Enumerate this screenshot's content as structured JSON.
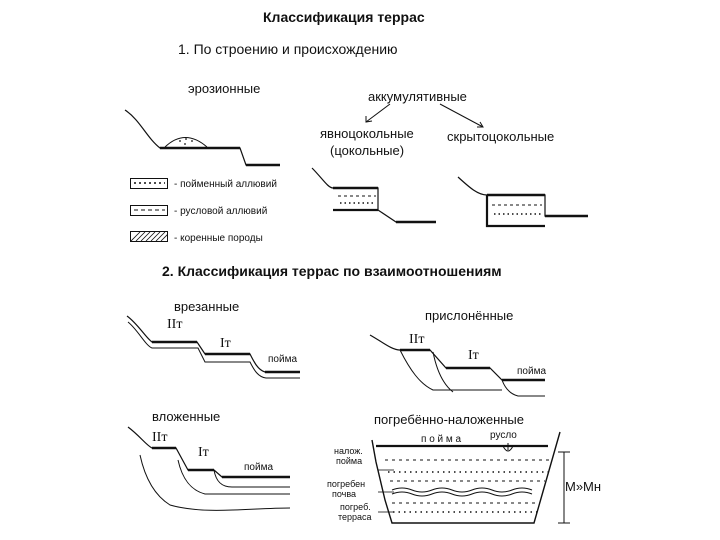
{
  "title": "Классификация террас",
  "section1": {
    "heading": "1. По строению и происхождению",
    "erosional": "эрозионные",
    "accumulative": "аккумулятивные",
    "basal": "явноцокольные",
    "basal_paren": "(цокольные)",
    "hidden_basal": "скрытоцокольные",
    "legend": [
      {
        "pattern": "dots",
        "label": "- пойменный аллювий"
      },
      {
        "pattern": "dashes",
        "label": "- русловой аллювий"
      },
      {
        "pattern": "hatch",
        "label": "- коренные породы"
      }
    ]
  },
  "section2": {
    "heading": "2. Классификация террас по взаимоотношениям",
    "incised": {
      "name": "врезанные",
      "t2": "IIт",
      "t1": "Iт",
      "floodplain": "пойма"
    },
    "adjoined": {
      "name": "прислонённые",
      "t2": "IIт",
      "t1": "Iт",
      "floodplain": "пойма"
    },
    "nested": {
      "name": "вложенные",
      "t2": "IIт",
      "t1": "Iт",
      "floodplain": "пойма"
    },
    "buried": {
      "name": "погребённо-наложенные",
      "floodplain": "п о й м а",
      "channel": "русло",
      "superposed_1": "налож.",
      "superposed_2": "пойма",
      "buried_soil_1": "погребен",
      "buried_soil_2": "почва",
      "buried_terrace_1": "погреб.",
      "buried_terrace_2": "терраса",
      "thickness": "М»Мн"
    }
  }
}
